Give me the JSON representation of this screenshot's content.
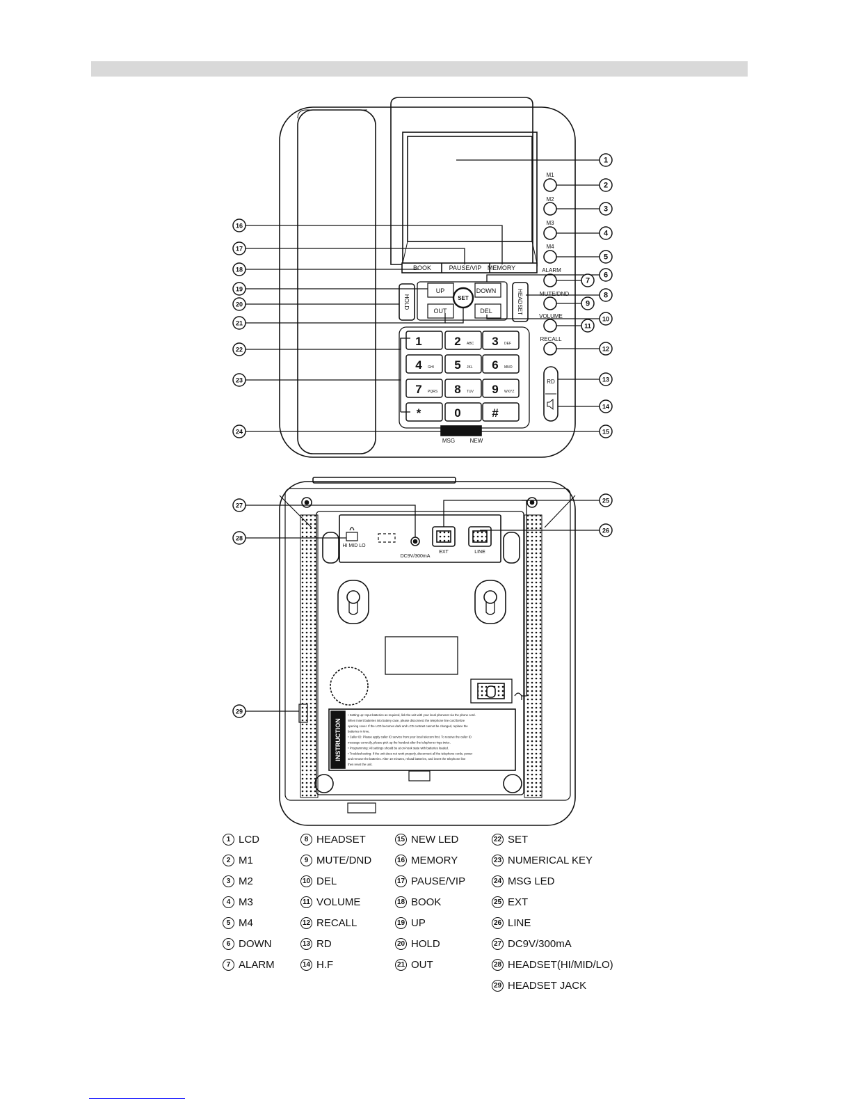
{
  "front_labels": {
    "book": "BOOK",
    "pause_vip": "PAUSE/VIP",
    "memory": "MEMORY",
    "m1": "M1",
    "m2": "M2",
    "m3": "M3",
    "m4": "M4",
    "alarm": "ALARM",
    "mute_dnd": "MUTE/DND",
    "volume": "VOLUME",
    "recall": "RECALL",
    "up": "UP",
    "down": "DOWN",
    "out": "OUT",
    "del": "DEL",
    "set": "SET",
    "hold": "HOLD",
    "headset": "HEADSET",
    "rd": "RD",
    "msg": "MSG",
    "new": "NEW",
    "keys": [
      {
        "digit": "1",
        "letters": ""
      },
      {
        "digit": "2",
        "letters": "ABC"
      },
      {
        "digit": "3",
        "letters": "DEF"
      },
      {
        "digit": "4",
        "letters": "GHI"
      },
      {
        "digit": "5",
        "letters": "JKL"
      },
      {
        "digit": "6",
        "letters": "MNO"
      },
      {
        "digit": "7",
        "letters": "PQRS"
      },
      {
        "digit": "8",
        "letters": "TUV"
      },
      {
        "digit": "9",
        "letters": "WXYZ"
      },
      {
        "digit": "*",
        "letters": ""
      },
      {
        "digit": "0",
        "letters": ""
      },
      {
        "digit": "#",
        "letters": ""
      }
    ]
  },
  "back_labels": {
    "ext": "EXT",
    "line": "LINE",
    "dc": "DC9V/300mA",
    "hml": "HI MID LO",
    "instruction_title": "INSTRUCTION",
    "instruction_lines": [
      "• Setting up: Input batteries as required, link the unit with your local phonenet via the phone cord.",
      "When insert batteries into battery case, please disconnect the telephone line cord before",
      "opening cover. If the LCD becomes dark and LCD contrast cannot be changed, replace the",
      "batteries in time.",
      "• Caller ID: Please apply caller ID service from your local telecom first. To receive the caller ID",
      "message correctly, please pick up the handset after the telephone rings twice.",
      "• Programming: All settings should be at on-hook state with batteries loaded.",
      "• Troubleshooting: If the unit does not work properly, disconnect all the telephone cords, power",
      "and remove the batteries. After 10 minutes, reload batteries, and insert the telephone line",
      "then reset the unit."
    ]
  },
  "legend": [
    {
      "n": "1",
      "label": "LCD"
    },
    {
      "n": "2",
      "label": "M1"
    },
    {
      "n": "3",
      "label": "M2"
    },
    {
      "n": "4",
      "label": "M3"
    },
    {
      "n": "5",
      "label": "M4"
    },
    {
      "n": "6",
      "label": "DOWN"
    },
    {
      "n": "7",
      "label": "ALARM"
    },
    {
      "n": "8",
      "label": "HEADSET"
    },
    {
      "n": "9",
      "label": "MUTE/DND"
    },
    {
      "n": "10",
      "label": "DEL"
    },
    {
      "n": "11",
      "label": "VOLUME"
    },
    {
      "n": "12",
      "label": "RECALL"
    },
    {
      "n": "13",
      "label": "RD"
    },
    {
      "n": "14",
      "label": "H.F"
    },
    {
      "n": "15",
      "label": "NEW LED"
    },
    {
      "n": "16",
      "label": "MEMORY"
    },
    {
      "n": "17",
      "label": "PAUSE/VIP"
    },
    {
      "n": "18",
      "label": "BOOK"
    },
    {
      "n": "19",
      "label": "UP"
    },
    {
      "n": "20",
      "label": "HOLD"
    },
    {
      "n": "21",
      "label": "OUT"
    },
    {
      "n": "22",
      "label": "SET"
    },
    {
      "n": "23",
      "label": "NUMERICAL KEY"
    },
    {
      "n": "24",
      "label": "MSG LED"
    },
    {
      "n": "25",
      "label": "EXT"
    },
    {
      "n": "26",
      "label": "LINE"
    },
    {
      "n": "27",
      "label": "DC9V/300mA"
    },
    {
      "n": "28",
      "label": "HEADSET(HI/MID/LO)"
    },
    {
      "n": "29",
      "label": "HEADSET JACK"
    }
  ]
}
